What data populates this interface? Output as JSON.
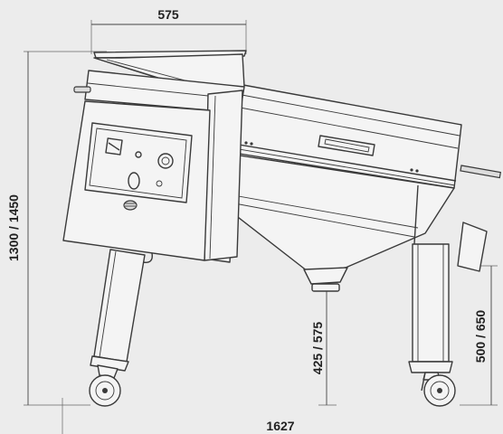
{
  "dimensions": {
    "top_width": "575",
    "overall_height": "1300 / 1450",
    "overall_length": "1627",
    "hopper_outlet_height": "425 / 575",
    "rear_leg_height": "500 / 650"
  },
  "colors": {
    "background": "#ececec",
    "line": "#3a3a3a",
    "text": "#222222"
  }
}
